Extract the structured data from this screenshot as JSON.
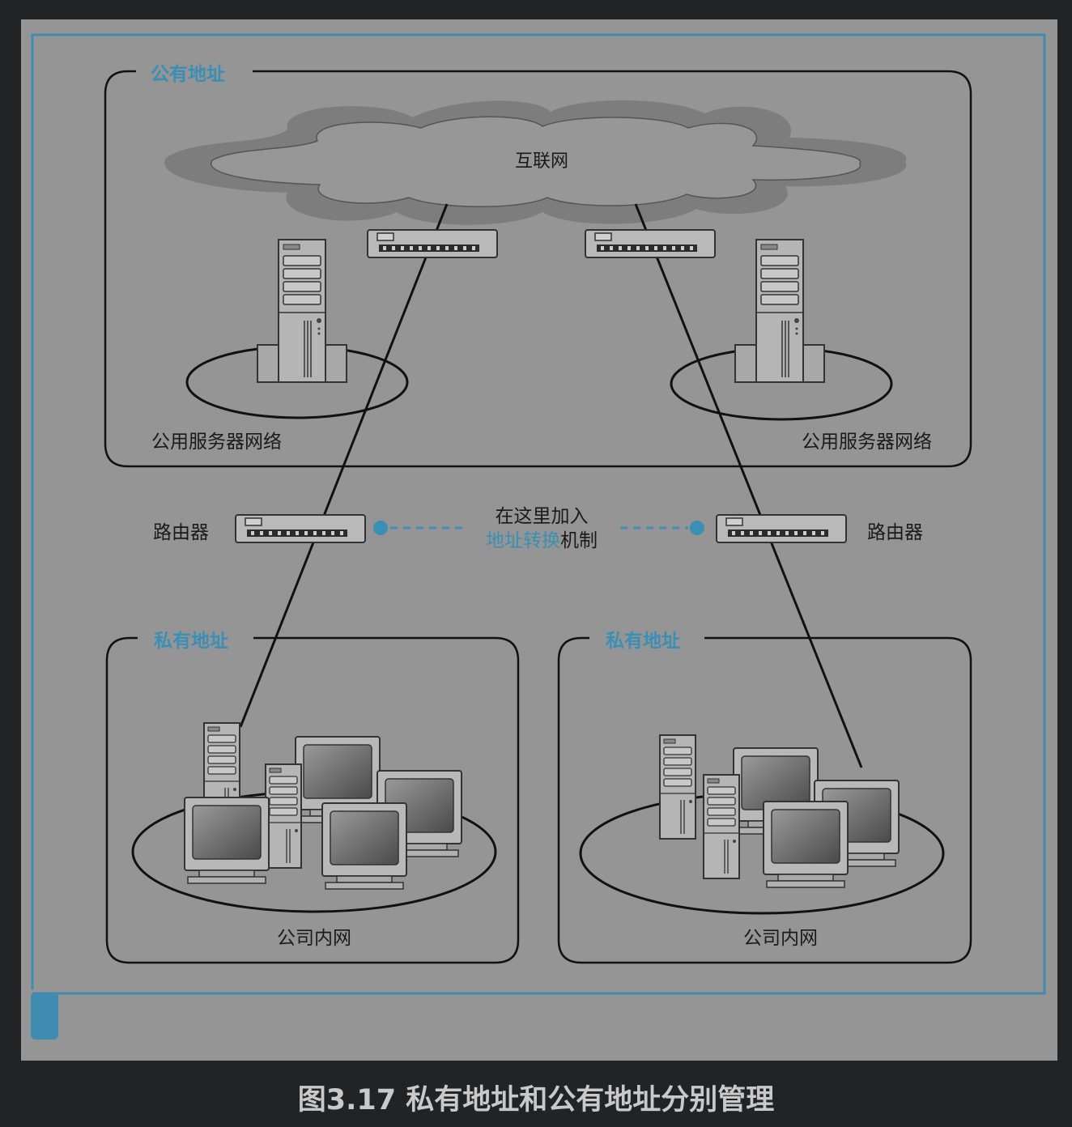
{
  "diagram": {
    "public_area_title": "公有地址",
    "internet_label": "互联网",
    "public_server_net_left": "公用服务器网络",
    "public_server_net_right": "公用服务器网络",
    "router_left": "路由器",
    "router_right": "路由器",
    "nat_line1": "在这里加入",
    "nat_line2_highlight": "地址转换",
    "nat_line2_rest": "机制",
    "private_title_left": "私有地址",
    "private_title_right": "私有地址",
    "intranet_left": "公司内网",
    "intranet_right": "公司内网",
    "colors": {
      "accent": "#3a8fb5",
      "background": "#959595",
      "frame": "#3f8cb0",
      "line": "#111111"
    }
  },
  "caption": "图3.17 私有地址和公有地址分别管理"
}
